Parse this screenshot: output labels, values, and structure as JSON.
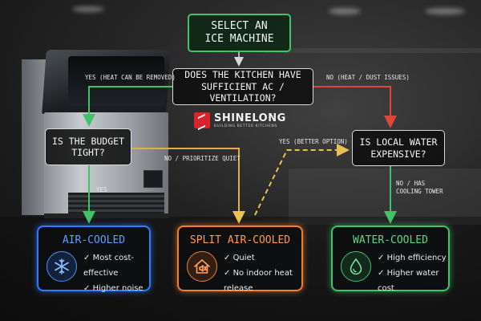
{
  "brand": {
    "name": "SHINELONG",
    "tagline": "Building Better Kitchens"
  },
  "nodes": {
    "start": {
      "lines": [
        "Select an",
        "Ice Machine"
      ]
    },
    "ac_question": {
      "lines": [
        "Does the kitchen have",
        "Sufficient AC / Ventilation?"
      ]
    },
    "budget_question": {
      "lines": [
        "Is the budget",
        "tight?"
      ]
    },
    "water_question": {
      "lines": [
        "Is local water",
        "expensive?"
      ]
    }
  },
  "edge_labels": {
    "ac_yes": "Yes (heat can be removed)",
    "ac_no": "No (heat / dust issues)",
    "budget_yes": "Yes",
    "budget_no": "No / Prioritize Quiet",
    "water_yes": "Yes (better option)",
    "water_no_1": "No / Has",
    "water_no_2": "Cooling Tower"
  },
  "results": {
    "air": {
      "title": "Air-Cooled",
      "icon": "snowflake-fan-icon",
      "color": "#2f7cff",
      "items": [
        "Most cost-effective",
        "Higher noise"
      ]
    },
    "split": {
      "title": "Split Air-Cooled",
      "icon": "house-mute-icon",
      "color": "#f08030",
      "items": [
        "Quiet",
        "No indoor heat release"
      ]
    },
    "water": {
      "title": "Water-Cooled",
      "icon": "water-drop-icon",
      "color": "#3fc26a",
      "items": [
        "High efficiency",
        "Higher water cost"
      ]
    }
  },
  "edge_colors": {
    "start": "#d8d8d8",
    "yes": "#3fc26a",
    "no": "#e0453a",
    "prioritize_quiet": "#e0b040",
    "dashed": "#e8c250"
  }
}
